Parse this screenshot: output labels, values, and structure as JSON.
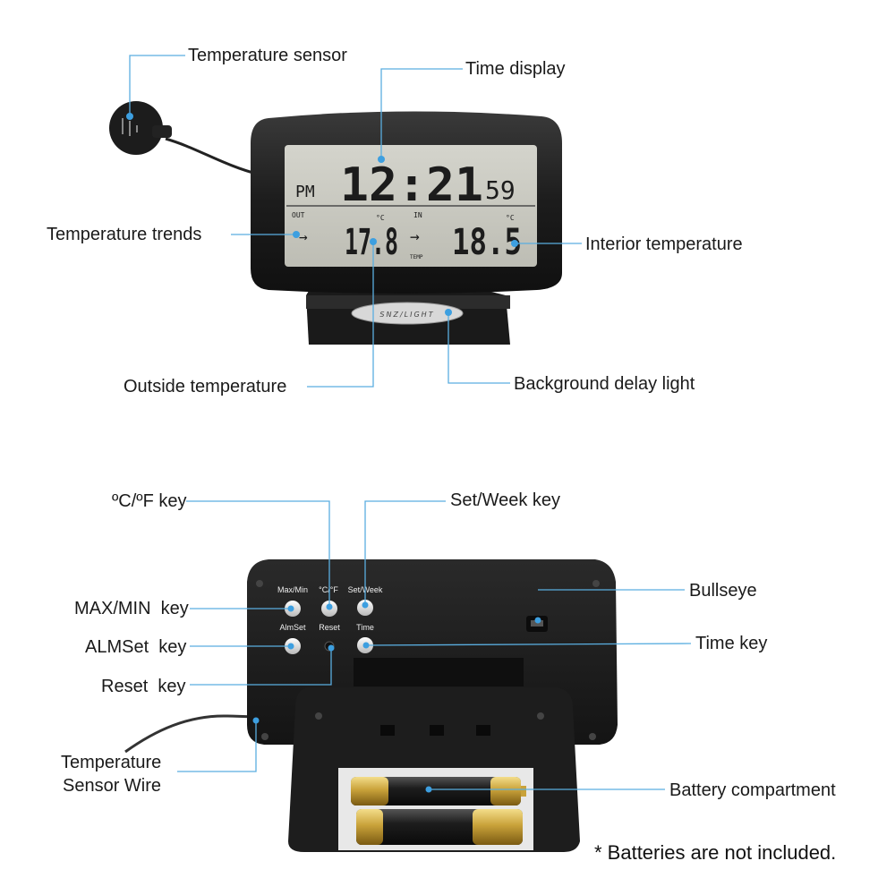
{
  "front": {
    "lcd": {
      "time": "12:21",
      "seconds": "59",
      "period": "PM",
      "out_label": "OUT",
      "in_label": "IN",
      "temp_label": "TEMP",
      "outside_temp": "17.8",
      "inside_temp": "18.5",
      "unit": "°C",
      "trend_arrow": "→"
    },
    "base_label": "SNZ/LIGHT",
    "callouts": {
      "temperature_sensor": "Temperature sensor",
      "time_display": "Time display",
      "temperature_trends": "Temperature trends",
      "interior_temperature": "Interior temperature",
      "outside_temperature": "Outside temperature",
      "background_delay_light": "Background delay light"
    }
  },
  "back": {
    "buttons": {
      "max_min": "Max/Min",
      "c_f": "°C/°F",
      "set_week": "Set/Week",
      "alm_set": "AlmSet",
      "reset": "Reset",
      "time": "Time"
    },
    "callouts": {
      "c_f_key": "ºC/ºF key",
      "set_week_key": "Set/Week key",
      "max_min_key": "MAX/MIN  key",
      "alm_set_key": "ALMSet  key",
      "reset_key": "Reset  key",
      "bullseye": "Bullseye",
      "time_key": "Time key",
      "temperature_sensor_wire_1": "Temperature",
      "temperature_sensor_wire_2": "Sensor Wire",
      "battery_compartment": "Battery compartment"
    }
  },
  "note": "* Batteries are not included.",
  "colors": {
    "leader_line": "#5aaee0",
    "lcd_background": "#c9c9c1",
    "device_body": "#1e1e1e",
    "battery_gold": "#c9a23a"
  }
}
